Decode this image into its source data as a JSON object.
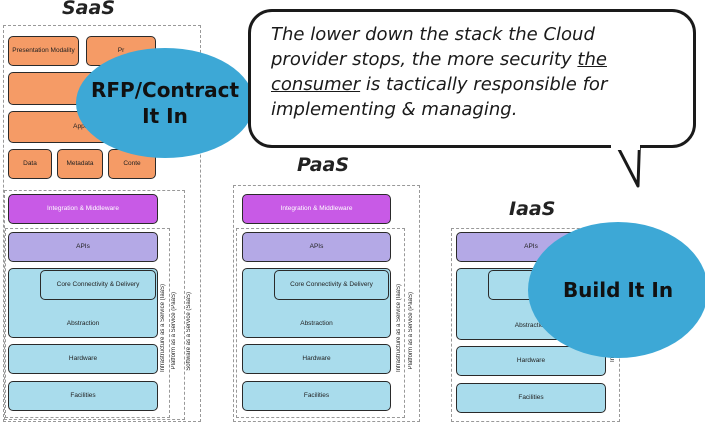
{
  "speech": {
    "line1": "The lower down the stack the Cloud",
    "line2_a": "provider stops, the more security ",
    "line2_b": "the",
    "line3_a": "consumer",
    "line3_b": " is tactically responsible for",
    "line4": "implementing & managing."
  },
  "saas": {
    "title": "SaaS",
    "top": [
      "Presentation Modality",
      "Pr"
    ],
    "app": "Applic",
    "data": [
      "Data",
      "Metadata",
      "Conte"
    ],
    "integration": "Integration & Middleware",
    "apis": "APIs",
    "core": "Core Connectivity & Delivery",
    "abstraction": "Abstraction",
    "hardware": "Hardware",
    "facilities": "Facilities",
    "labels": [
      "Infrastructure as a Service (IaaS)",
      "Platform as a Service (PaaS)",
      "Software as a Service (SaaS)"
    ]
  },
  "paas": {
    "title": "PaaS",
    "integration": "Integration & Middleware",
    "apis": "APIs",
    "core": "Core Connectivity & Delivery",
    "abstraction": "Abstraction",
    "hardware": "Hardware",
    "facilities": "Facilities",
    "labels": [
      "Infrastructure as a Service (IaaS)",
      "Platform as a Service (PaaS)"
    ]
  },
  "iaas": {
    "title": "IaaS",
    "apis": "APIs",
    "core": "Core Co",
    "abstraction": "Abstraction",
    "hardware": "Hardware",
    "facilities": "Facilities",
    "labels": [
      "Infrastru"
    ]
  },
  "bubbles": {
    "rfp_line1": "RFP/Contract",
    "rfp_line2": "It In",
    "build": "Build It In"
  },
  "colors": {
    "orange": "#f59b66",
    "purple": "#c85ae6",
    "lavender": "#b4a9e6",
    "light_blue": "#a9dcec",
    "bubble_blue": "#3da8d6"
  }
}
